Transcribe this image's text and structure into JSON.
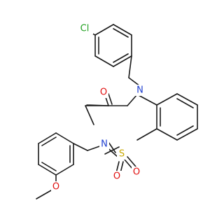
{
  "structure": {
    "atom_labels": {
      "chlorine": "Cl",
      "ring_nitrogen_top": "N",
      "ring_nitrogen_bottom": "N",
      "sulfur": "S",
      "carbonyl_oxygen": "O",
      "sulfonyl_oxygen_left": "O",
      "sulfonyl_oxygen_right": "O",
      "methoxy_oxygen": "O"
    },
    "atom_colors": {
      "Cl": "#1fa01f",
      "N": "#1f3fcf",
      "S": "#c8a800",
      "O": "#e01010",
      "C": "#1a1a1a"
    }
  }
}
